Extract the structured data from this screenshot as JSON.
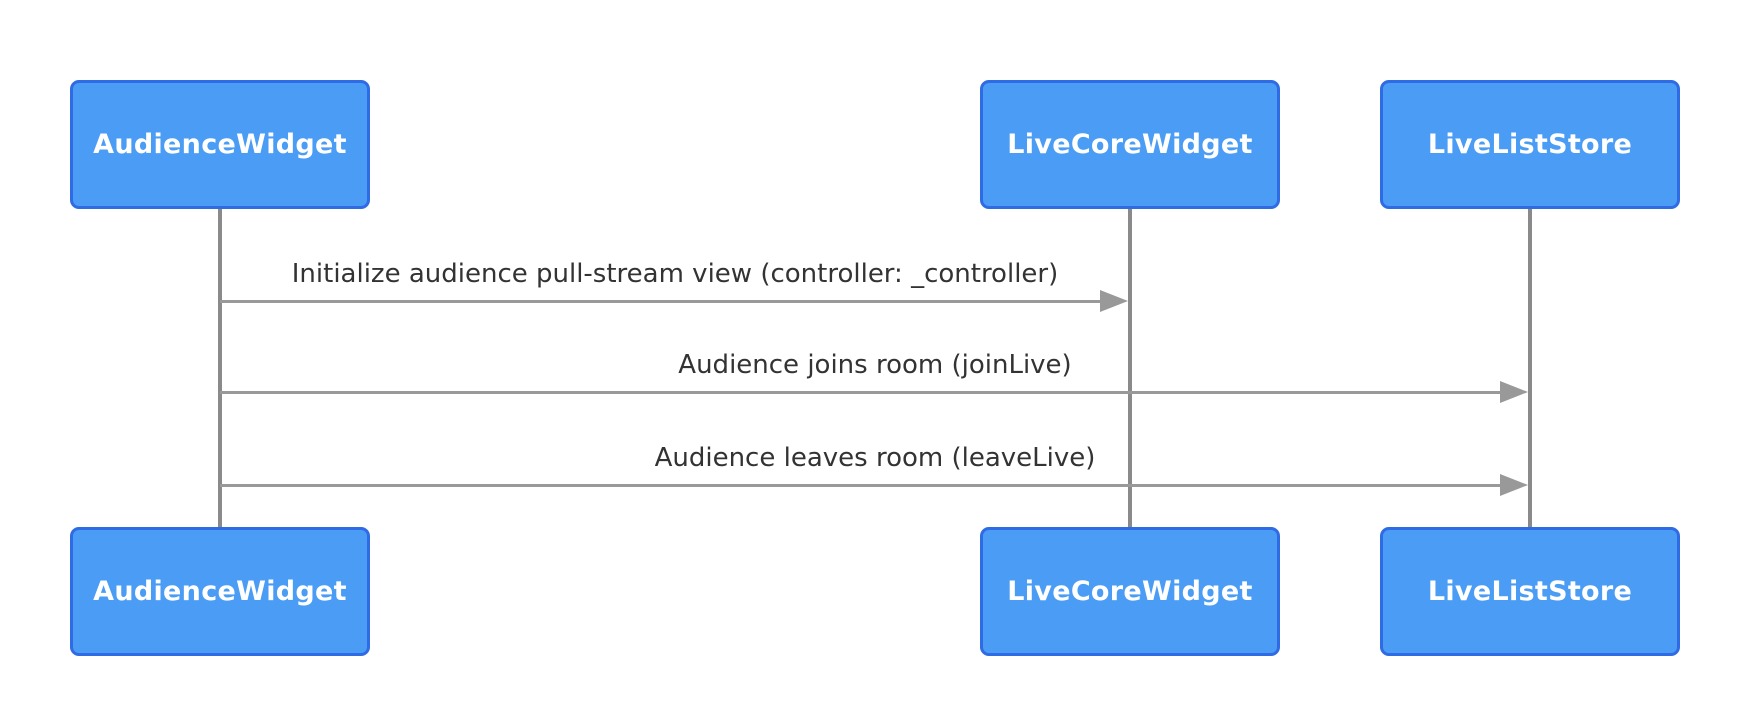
{
  "diagram": {
    "type": "sequence-diagram",
    "participants": [
      {
        "label": "AudienceWidget"
      },
      {
        "label": "LiveCoreWidget"
      },
      {
        "label": "LiveListStore"
      }
    ],
    "messages": [
      {
        "from": "AudienceWidget",
        "to": "LiveCoreWidget",
        "label": "Initialize audience pull-stream view (controller: _controller)",
        "arrow_style": "solid-line-filled-head"
      },
      {
        "from": "AudienceWidget",
        "to": "LiveListStore",
        "label": "Audience joins room (joinLive)",
        "arrow_style": "solid-line-filled-head"
      },
      {
        "from": "AudienceWidget",
        "to": "LiveListStore",
        "label": "Audience leaves room (leaveLive)",
        "arrow_style": "solid-line-filled-head"
      }
    ],
    "colors": {
      "background": "#FFFFFF",
      "actor_fill": "#4A9CF4",
      "actor_border": "#2F6BE4",
      "actor_text": "#FFFFFF",
      "lifeline": "#8A8A8A",
      "arrow": "#999999",
      "message_text": "#333333"
    }
  }
}
